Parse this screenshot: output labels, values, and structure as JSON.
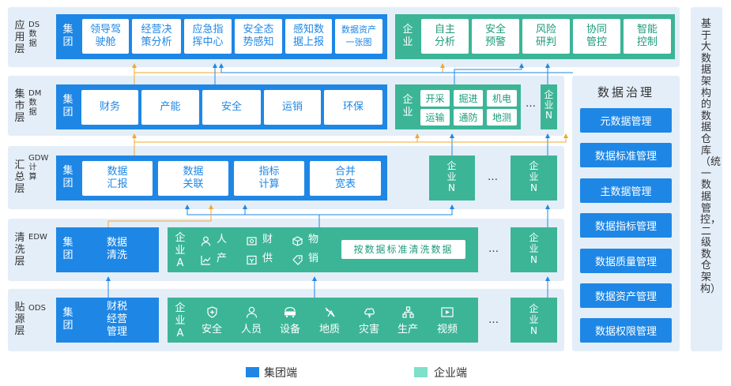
{
  "layers": [
    {
      "name": "应用层",
      "code": "DS数据"
    },
    {
      "name": "集市层",
      "code": "DM数据"
    },
    {
      "name": "汇总层",
      "code": "GDW计算"
    },
    {
      "name": "清洗层",
      "code": "EDW"
    },
    {
      "name": "贴源层",
      "code": "ODS"
    }
  ],
  "group": "集团",
  "enterprise": "企业",
  "enterprise_a": "企业A",
  "enterprise_n": "企业N",
  "ellipsis": "…",
  "ds": {
    "group_items": [
      "领导驾驶舱",
      "经营决策分析",
      "应急指挥中心",
      "安全态势感知",
      "感知数据上报",
      "数据资产一张图"
    ],
    "ent_items": [
      "自主分析",
      "安全预警",
      "风险研判",
      "协同管控",
      "智能控制"
    ]
  },
  "dm": {
    "group_items": [
      "财务",
      "产能",
      "安全",
      "运销",
      "环保"
    ],
    "ent_items": [
      "开采",
      "掘进",
      "机电",
      "运输",
      "通防",
      "地测"
    ]
  },
  "gdw": {
    "group_items": [
      "数据汇报",
      "数据关联",
      "指标计算",
      "合并宽表"
    ]
  },
  "edw": {
    "group_item": "数据清洗",
    "ent_items": [
      {
        "icon": "person-icon",
        "label": "人"
      },
      {
        "icon": "finance-icon",
        "label": "财"
      },
      {
        "icon": "goods-icon",
        "label": "物"
      },
      {
        "icon": "production-icon",
        "label": "产"
      },
      {
        "icon": "supply-icon",
        "label": "供"
      },
      {
        "icon": "sales-icon",
        "label": "销"
      }
    ],
    "clean_label": "按数据标准清洗数据"
  },
  "ods": {
    "group_item": "财税经营管理",
    "ent_items": [
      {
        "icon": "shield-icon",
        "label": "安全"
      },
      {
        "icon": "person-icon",
        "label": "人员"
      },
      {
        "icon": "device-icon",
        "label": "设备"
      },
      {
        "icon": "geology-icon",
        "label": "地质"
      },
      {
        "icon": "disaster-icon",
        "label": "灾害"
      },
      {
        "icon": "production-icon",
        "label": "生产"
      },
      {
        "icon": "video-icon",
        "label": "视频"
      }
    ]
  },
  "governance": {
    "title": "数据治理",
    "items": [
      "元数据管理",
      "数据标准管理",
      "主数据管理",
      "数据指标管理",
      "数据质量管理",
      "数据资产管理",
      "数据权限管理"
    ]
  },
  "side_title": "基于大数据架构的数据仓库（统一数据管控，二级数仓架构）",
  "legend": [
    {
      "label": "集团端",
      "color": "#1e87e6"
    },
    {
      "label": "企业端",
      "color": "#7de0c9"
    }
  ],
  "colors": {
    "group": "#1e87e6",
    "enterprise": "#3cb597",
    "arrow": "#1e87e6",
    "arrow_alt": "#f0a830",
    "band": "#e4eef8"
  }
}
